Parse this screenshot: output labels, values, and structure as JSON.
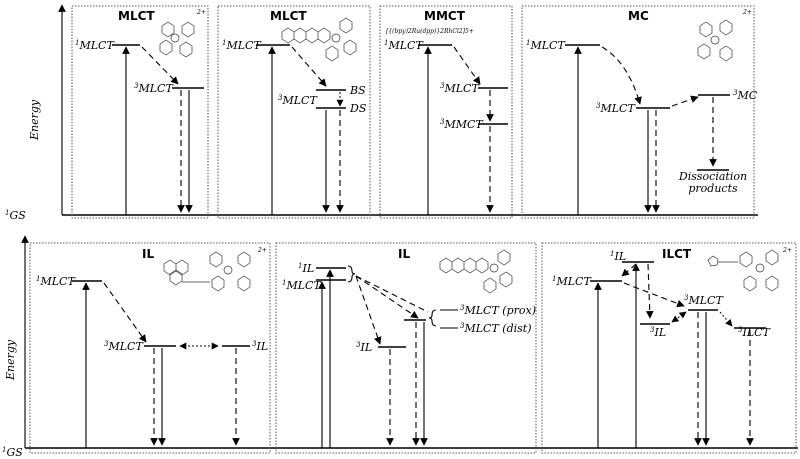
{
  "energy_label": "Energy",
  "gs_label": "GS",
  "gs_sup": "1",
  "charge": "2+",
  "top_panels": [
    {
      "title": "MLCT",
      "levels": {
        "s1": "MLCT",
        "t1": "MLCT"
      }
    },
    {
      "title": "MLCT",
      "levels": {
        "s1": "MLCT",
        "t1": "MLCT",
        "bs": "BS",
        "ds": "DS"
      }
    },
    {
      "title": "MMCT",
      "subtitle": "[{(bpy)2Ru(dpp)}2RhCl2]5+",
      "levels": {
        "s1": "MLCT",
        "t1": "MLCT",
        "t2": "MMCT"
      }
    },
    {
      "title": "MC",
      "levels": {
        "s1": "MLCT",
        "t1": "MLCT",
        "t2": "MC"
      },
      "products": [
        "Dissociation",
        "products"
      ]
    }
  ],
  "bottom_panels": [
    {
      "title": "IL",
      "levels": {
        "s1": "MLCT",
        "t1": "MLCT",
        "t2": "IL"
      }
    },
    {
      "title": "IL",
      "levels": {
        "s1a": "IL",
        "s1b": "MLCT",
        "t1": "IL",
        "prox": "MLCT (prox)",
        "dist": "MLCT (dist)"
      }
    },
    {
      "title": "ILCT",
      "levels": {
        "s1a": "IL",
        "s1b": "MLCT",
        "t1": "IL",
        "t2": "MLCT",
        "t3": "ILCT"
      }
    }
  ],
  "sups": {
    "singlet": "1",
    "triplet": "3"
  }
}
